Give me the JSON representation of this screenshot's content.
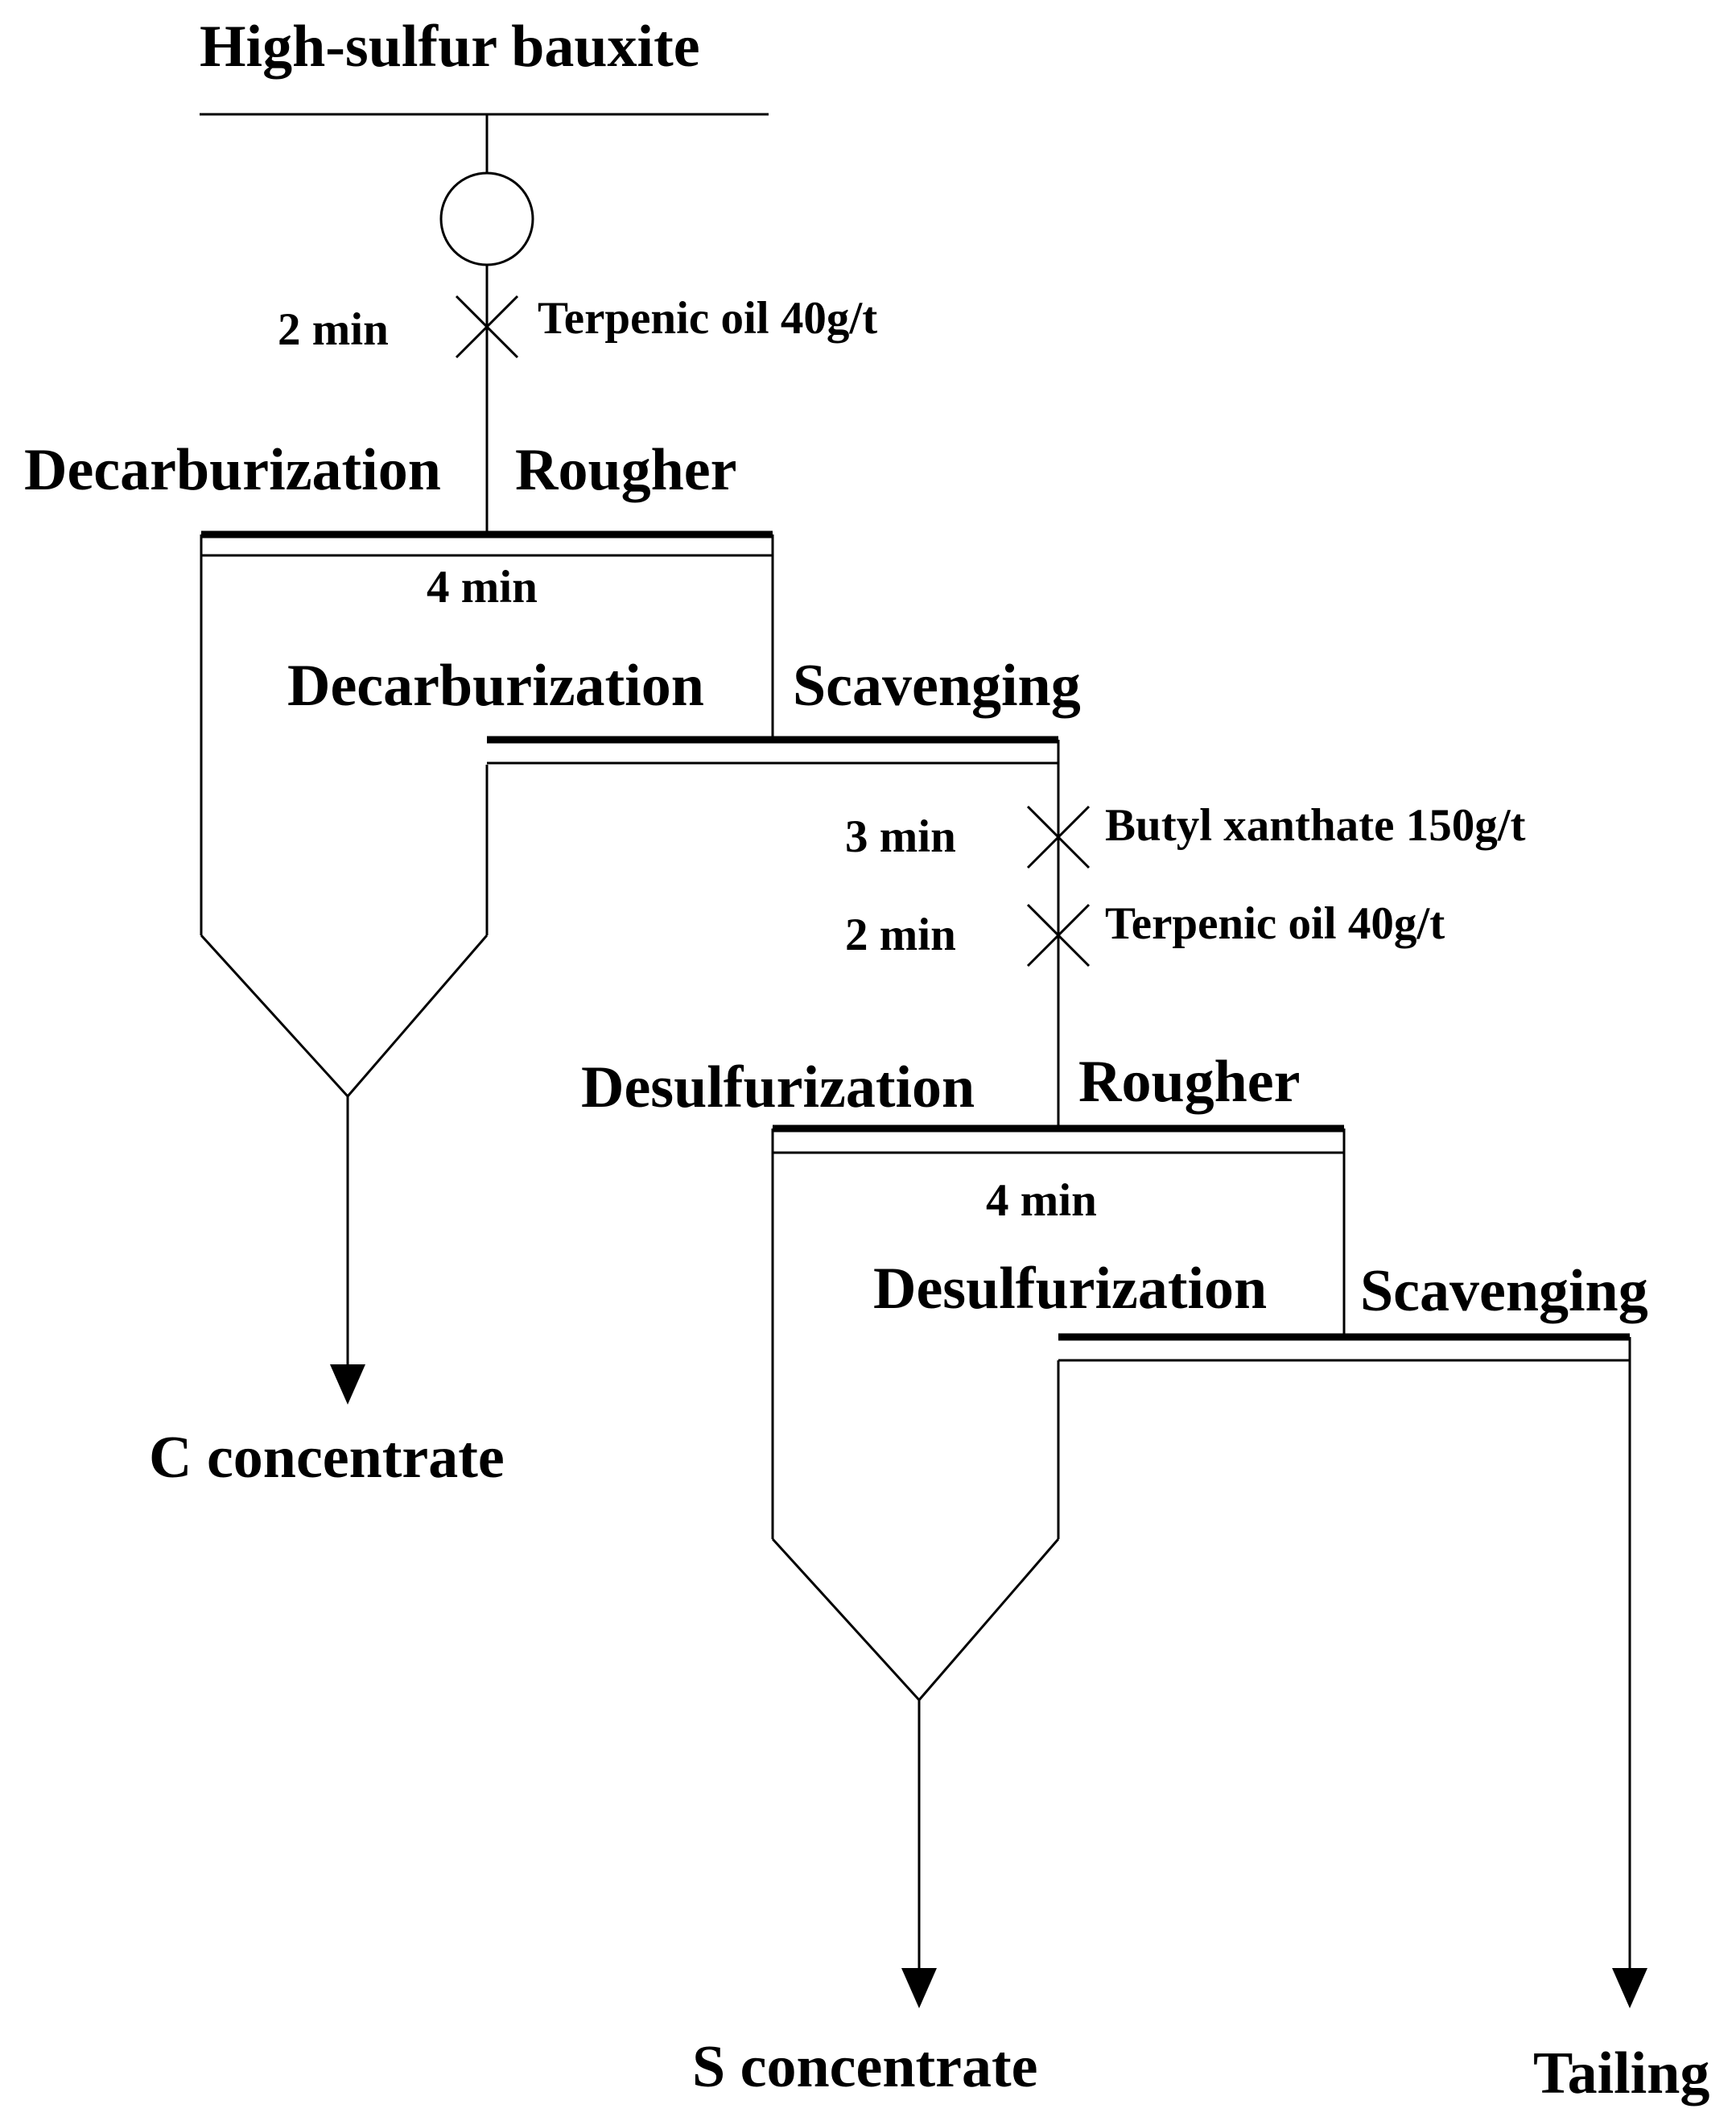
{
  "feed": {
    "label": "High-sulfur bauxite"
  },
  "reagents": [
    {
      "time": "2 min",
      "label": "Terpenic oil 40g/t"
    },
    {
      "time": "3 min",
      "label": "Butyl xanthate 150g/t"
    },
    {
      "time": "2 min",
      "label": "Terpenic oil 40g/t"
    }
  ],
  "stages": {
    "decarb_rougher": {
      "name": "Decarburization",
      "type": "Rougher",
      "time": "4 min"
    },
    "decarb_scavenging": {
      "name": "Decarburization",
      "type": "Scavenging"
    },
    "desulf_rougher": {
      "name": "Desulfurization",
      "type": "Rougher",
      "time": "4 min"
    },
    "desulf_scavenging": {
      "name": "Desulfurization",
      "type": "Scavenging"
    }
  },
  "products": {
    "c_concentrate": "C concentrate",
    "s_concentrate": "S concentrate",
    "tailing": "Tailing"
  }
}
